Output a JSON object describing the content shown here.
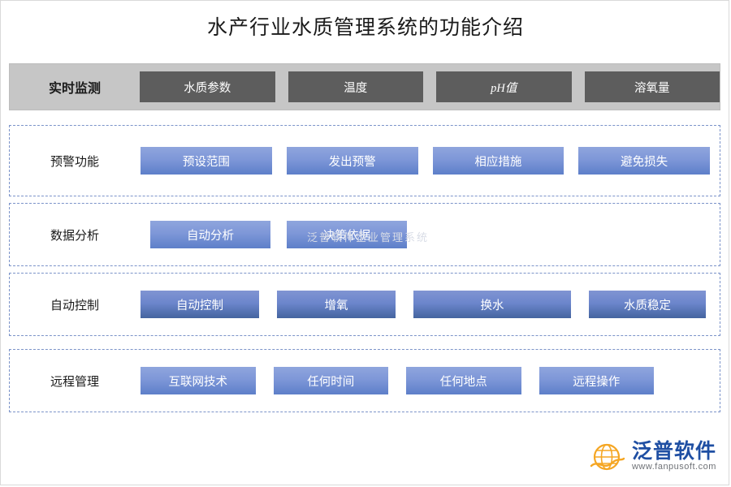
{
  "page": {
    "title": "水产行业水质管理系统的功能介绍",
    "watermark": "泛普软件企业管理系统"
  },
  "rows": [
    {
      "label": "实时监测",
      "style": "grey",
      "cells": [
        "水质参数",
        "温度",
        "pH值",
        "溶氧量"
      ]
    },
    {
      "label": "预警功能",
      "style": "blue",
      "cells": [
        "预设范围",
        "发出预警",
        "相应措施",
        "避免损失"
      ]
    },
    {
      "label": "数据分析",
      "style": "blue",
      "cells": [
        "自动分析",
        "决策依据"
      ]
    },
    {
      "label": "自动控制",
      "style": "blue-dark",
      "cells": [
        "自动控制",
        "增氧",
        "换水",
        "水质稳定"
      ]
    },
    {
      "label": "远程管理",
      "style": "blue",
      "cells": [
        "互联网技术",
        "任何时间",
        "任何地点",
        "远程操作"
      ]
    }
  ],
  "logo": {
    "name": "泛普软件",
    "domain": "www.fanpusoft.com",
    "brand_color": "#1f4fa3",
    "mark_color": "#f5a623"
  }
}
